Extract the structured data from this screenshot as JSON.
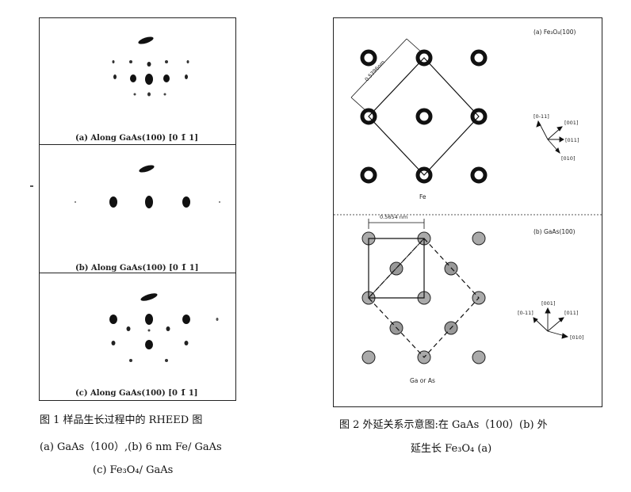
{
  "figure1": {
    "panel_a_label": "(a) Along GaAs(100) [0 1̄ 1]",
    "panel_b_label": "(b) Along GaAs(100) [0 1̄ 1]",
    "panel_c_label": "(c) Along GaAs(100) [0 1̄ 1]",
    "caption_line1": "图  1 样品生长过程中的 RHEED 图",
    "caption_line2": "(a)  GaAs（100）,(b) 6 nm Fe/ GaAs",
    "caption_line3": "(c) Fe₃O₄/ GaAs"
  },
  "figure2": {
    "panel_a_title": "(a) Fe₃O₄(100)",
    "panel_a_spacing": "0.5396nm",
    "panel_a_atom": "Fe",
    "panel_a_axes": [
      "[0-11]",
      "[001]",
      "[011]",
      "[010]"
    ],
    "panel_b_title": "(b) GaAs(100)",
    "panel_b_spacing": "0.5654 nm",
    "panel_b_atom": "Ga or As",
    "panel_b_axes": [
      "[001]",
      "[0-11]",
      "[011]",
      "[010]"
    ],
    "caption_line1": "图    2   外延关系示意图:在 GaAs（100）(b) 外",
    "caption_line2": "延生长  Fe₃O₄ (a)"
  }
}
